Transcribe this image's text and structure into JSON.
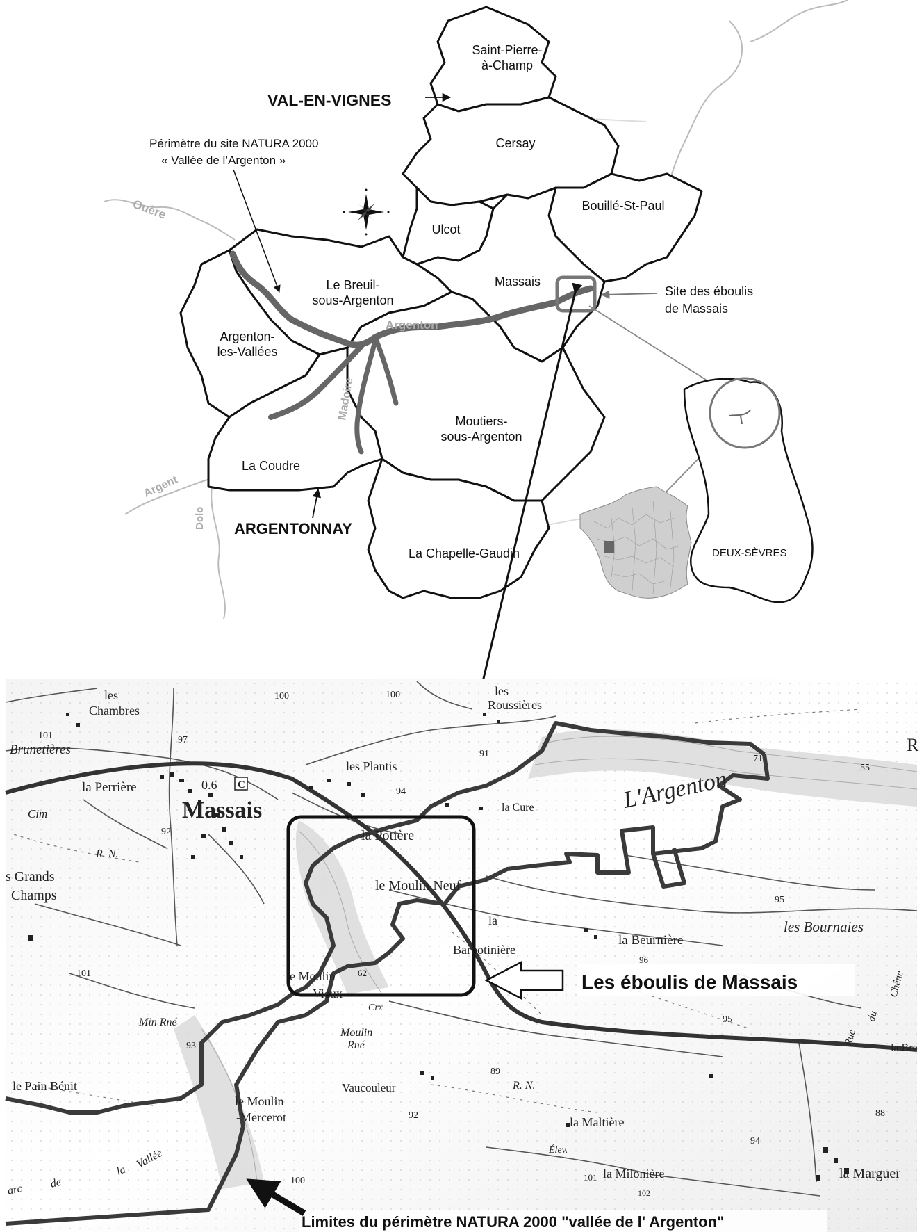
{
  "overview": {
    "communes": {
      "saint_pierre": [
        "Saint-Pierre-",
        "à-Champ"
      ],
      "cersay": "Cersay",
      "bouille": "Bouillé-St-Paul",
      "ulcot": "Ulcot",
      "massais": "Massais",
      "breuil": [
        "Le Breuil-",
        "sous-Argenton"
      ],
      "argenton_vallees": [
        "Argenton-",
        "les-Vallées"
      ],
      "moutiers": [
        "Moutiers-",
        "sous-Argenton"
      ],
      "coudre": "La Coudre",
      "chapelle": "La Chapelle-Gaudin"
    },
    "groups": {
      "val_en_vignes": "VAL-EN-VIGNES",
      "argentonnay": "ARGENTONNAY"
    },
    "natura_label": [
      "Périmètre du site NATURA 2000",
      "« Vallée de l’Argenton »"
    ],
    "site_label": [
      "Site des éboulis",
      "de Massais"
    ],
    "rivers": {
      "ouere": "Ouère",
      "argenton": "Argenton",
      "madoire": "Madoire",
      "argent": "Argent",
      "dolo": "Dolo"
    },
    "department": "DEUX-SÈVRES",
    "colors": {
      "boundary": "#111111",
      "natura": "#666666",
      "river": "#bbbbbb",
      "france": "#cfcfcf"
    }
  },
  "topo": {
    "places": {
      "les_chambres": [
        "les",
        "Chambres"
      ],
      "brunetieres": "Brunetières",
      "la_perriere": "la Perrière",
      "massais": "Massais",
      "cim": "Cim",
      "rn": "R. N.",
      "grands_champs": [
        "s Grands",
        "Champs"
      ],
      "les_plantis": "les Plantis",
      "les_roussieres": [
        "les",
        "Roussières"
      ],
      "la_cure": "la Cure",
      "la_potiere": "la Potière",
      "moulin_neuf": "le Moulin Neuf",
      "barbotiniere": [
        "la",
        "Barbotinière"
      ],
      "la_beurniere": "la Beurnière",
      "les_bournaies": "les Bournaies",
      "moulin_vieux": [
        "le Moulin",
        "Vieux"
      ],
      "min_rne": "Min Rné",
      "moulin_rne": [
        "Moulin",
        "Rné"
      ],
      "crx": "Crx",
      "pain_benit": "le Pain Bénit",
      "moulin_mercerot": [
        "le Moulin",
        "-Mercerot"
      ],
      "vaucouleur": "Vaucouleur",
      "rn2": "R. N.",
      "la_maltiere": "la Maltière",
      "elev": "Élev.",
      "la_milloniere": "la Milonière",
      "la_marguer": "la Marguer",
      "la_bre": "la Bre",
      "rue_du_chene": [
        "Rue",
        "du",
        "Chêne"
      ],
      "parc_vallee": [
        "arc",
        "de",
        "la",
        "Vallée"
      ],
      "l_argenton": "L'Argenton",
      "r_edge": "R",
      "elev_values": [
        "100",
        "100",
        "101",
        "97",
        "92",
        "91",
        "94",
        "71",
        "55",
        "95",
        "96",
        "101",
        "62",
        "93",
        "89",
        "92",
        "100",
        "101",
        "102",
        "94",
        "88",
        "95"
      ],
      "oc": [
        "0.6",
        "C"
      ]
    },
    "callout_eboulis": "Les éboulis de Massais",
    "callout_limites": "Limites du périmètre NATURA 2000 \"vallée de l' Argenton\""
  }
}
